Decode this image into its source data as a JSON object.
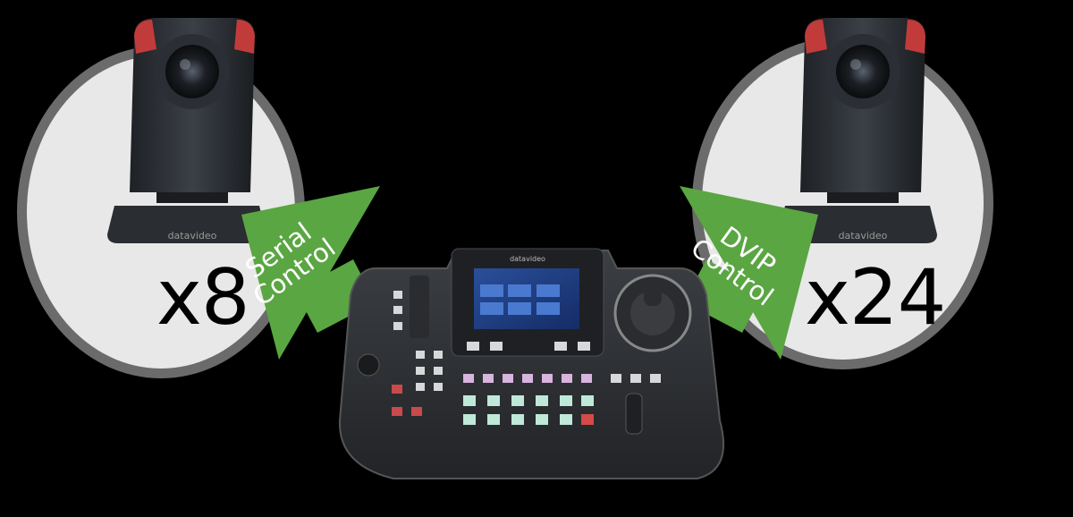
{
  "brand": "datavideo",
  "left_camera": {
    "count": "x8",
    "control_label_line1": "Serial",
    "control_label_line2": "Control"
  },
  "right_camera": {
    "count": "x24",
    "control_label_line1": "DVIP",
    "control_label_line2": "Control"
  },
  "colors": {
    "arrow": "#5aa642",
    "circle": "#e8e8e8",
    "ring": "#6b6b6b",
    "background": "#000000"
  },
  "icons": [
    "ptz-camera-icon",
    "remote-controller-icon",
    "joystick-icon"
  ]
}
